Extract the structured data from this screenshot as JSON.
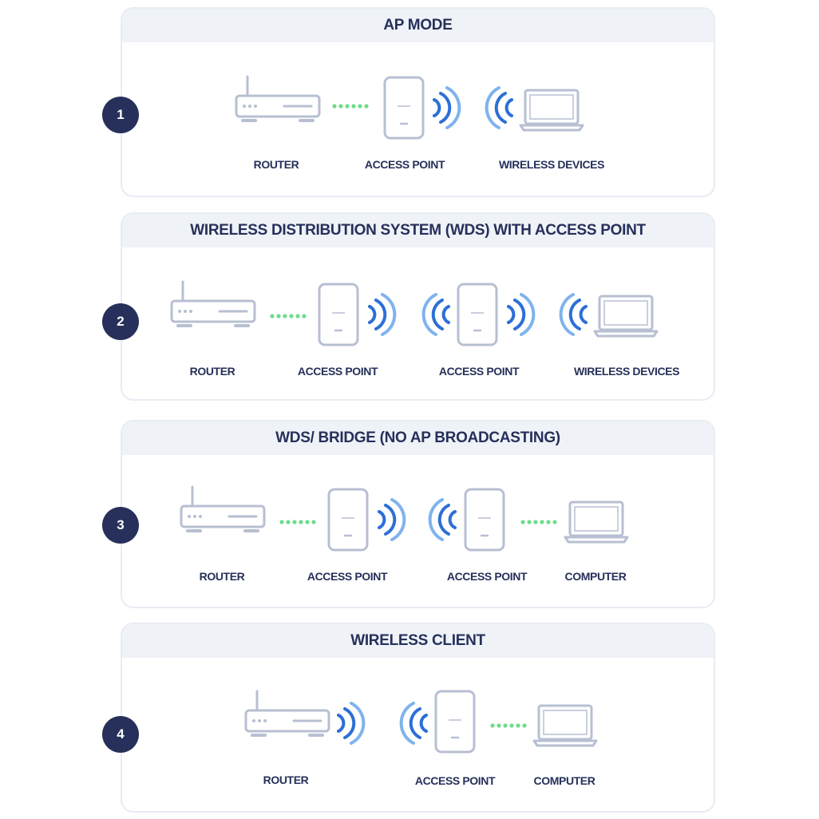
{
  "modes": [
    {
      "number": "1",
      "title": "AP MODE",
      "labels": [
        "ROUTER",
        "ACCESS POINT",
        "WIRELESS DEVICES"
      ]
    },
    {
      "number": "2",
      "title": "WIRELESS DISTRIBUTION SYSTEM (WDS) WITH ACCESS POINT",
      "labels": [
        "ROUTER",
        "ACCESS POINT",
        "ACCESS POINT",
        "WIRELESS DEVICES"
      ]
    },
    {
      "number": "3",
      "title": "WDS/ BRIDGE (NO AP BROADCASTING)",
      "labels": [
        "ROUTER",
        "ACCESS POINT",
        "ACCESS POINT",
        "COMPUTER"
      ]
    },
    {
      "number": "4",
      "title": "WIRELESS CLIENT",
      "labels": [
        "ROUTER",
        "ACCESS POINT",
        "COMPUTER"
      ]
    }
  ],
  "icons": [
    "router-icon",
    "access-point-icon",
    "wifi-waves-icon",
    "laptop-icon",
    "wired-link-dots-icon"
  ],
  "colors": {
    "badge": "#26305a",
    "text": "#26305a",
    "device_outline": "#b7bfd2",
    "wifi": "#2c6fd6",
    "link_dots": "#6fdc8c",
    "header_bg": "#eff2f7"
  }
}
